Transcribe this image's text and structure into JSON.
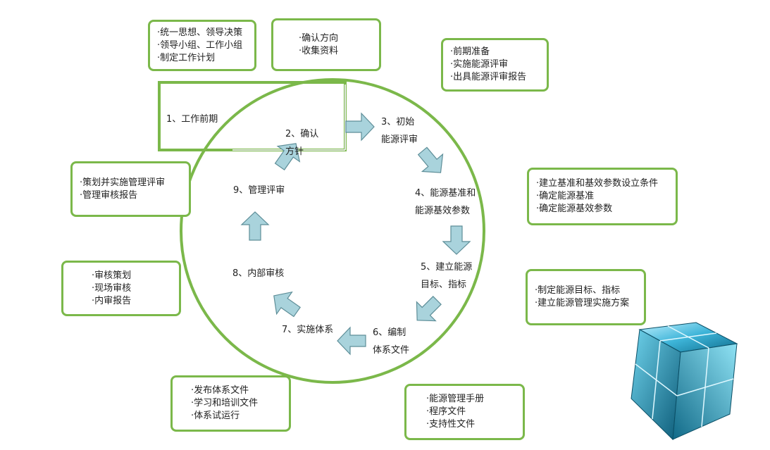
{
  "boxes": {
    "prep_top": [
      "·统一思想、领导决策",
      "·领导小组、工作小组",
      "·制定工作计划"
    ],
    "direction": [
      "·确认方向",
      "·收集资料"
    ],
    "initial_review": [
      "·前期准备",
      "·实施能源评审",
      "·出具能源评审报告"
    ],
    "baseline": [
      "·建立基准和基效参数设立条件",
      "·确定能源基准",
      "·确定能源基效参数"
    ],
    "targets": [
      "·制定能源目标、指标",
      "·建立能源管理实施方案"
    ],
    "documents": [
      "·能源管理手册",
      "·程序文件",
      "·支持性文件"
    ],
    "implement": [
      "·发布体系文件",
      "·学习和培训文件",
      "·体系试运行"
    ],
    "audit": [
      "·审核策划",
      "·现场审核",
      "·内审报告"
    ],
    "mgmt_review": [
      "·策划并实施管理评审",
      "·管理审核报告"
    ]
  },
  "steps": {
    "s1": [
      "1、工作前期"
    ],
    "s2": [
      "2、确认",
      "方针"
    ],
    "s3": [
      "3、初始",
      "能源评审"
    ],
    "s4": [
      "4、能源基准和",
      "能源基效参数"
    ],
    "s5": [
      "5、建立能源",
      "目标、指标"
    ],
    "s6": [
      "6、编制",
      "体系文件"
    ],
    "s7": [
      "7、实施体系"
    ],
    "s8": [
      "8、内部审核"
    ],
    "s9": [
      "9、管理评审"
    ]
  },
  "colors": {
    "border_green": "#7bb84a",
    "arrow_fill": "#a9d3dc",
    "arrow_stroke": "#5e8e98",
    "cube": "#2f9fc4"
  }
}
